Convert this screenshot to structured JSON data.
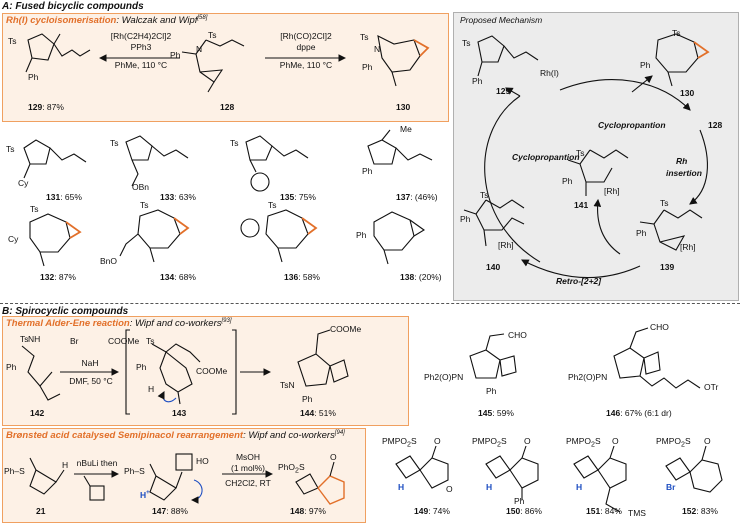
{
  "section_a": {
    "title": "A: Fused bicyclic compounds"
  },
  "section_b": {
    "title": "B: Spirocyclic compounds"
  },
  "box1": {
    "title_colored": "Rh(I) cycloisomerisation",
    "title_rest": ": Walczak and Wipf",
    "ref": "[58]",
    "left_cond_1": "[Rh(C2H4)2Cl]2",
    "left_cond_2": "PPh3",
    "left_cond_3": "PhMe, 110 °C",
    "right_cond_1": "[Rh(CO)2Cl]2",
    "right_cond_2": "dppe",
    "right_cond_3": "PhMe, 110 °C",
    "cmpd_left": "129",
    "cmpd_left_yield": ": 87%",
    "cmpd_mid": "128",
    "cmpd_right": "130"
  },
  "row1": [
    {
      "num": "131",
      "yield": ": 65%"
    },
    {
      "num": "133",
      "yield": ": 63%"
    },
    {
      "num": "135",
      "yield": ": 75%"
    },
    {
      "num": "137",
      "yield": ": (46%)"
    }
  ],
  "row2": [
    {
      "num": "132",
      "yield": ": 87%"
    },
    {
      "num": "134",
      "yield": ": 68%"
    },
    {
      "num": "136",
      "yield": ": 58%"
    },
    {
      "num": "138",
      "yield": ": (20%)"
    }
  ],
  "mechanism": {
    "title": "Proposed Mechanism",
    "catalyst": "Rh(I)",
    "step_cyclopropantion_1": "Cyclopropantion",
    "step_cyclopropantion_2": "Cyclopropantion",
    "step_rh_insertion_1": "Rh",
    "step_rh_insertion_2": "insertion",
    "step_retro": "Retro-[2+2]",
    "c129": "129",
    "c130": "130",
    "c128": "128",
    "c139": "139",
    "c140": "140",
    "c141": "141"
  },
  "box2": {
    "title_colored": "Thermal Alder-Ene reaction",
    "title_rest": ": Wipf and co-workers",
    "ref": "[93]",
    "reagent": "COOMe",
    "cond_1": "NaH",
    "cond_2": "DMF, 50 °C",
    "c142": "142",
    "c143": "143",
    "c144": "144",
    "c144_yield": ": 51%"
  },
  "spiro_products": [
    {
      "num": "145",
      "yield": ": 59%",
      "group": "Ph2(O)PN",
      "sub": "CHO"
    },
    {
      "num": "146",
      "yield": ": 67% (6:1 dr)",
      "group": "Ph2(O)PN",
      "sub": "CHO",
      "tail": "OTr"
    }
  ],
  "box3": {
    "title_colored": "Brønsted acid catalysed Semipinacol rearrangement",
    "title_rest": ": Wipf and co-workers",
    "ref": "[94]",
    "cond_1": "nBuLi then",
    "cond_2": "MsOH",
    "cond_3": "(1 mol%)",
    "cond_4": "CH2Cl2, RT",
    "c21": "21",
    "c147": "147",
    "c147_yield": ": 88%",
    "c148": "148",
    "c148_yield": ": 97%"
  },
  "pmpo_products": [
    {
      "num": "149",
      "yield": ": 74%"
    },
    {
      "num": "150",
      "yield": ": 86%"
    },
    {
      "num": "151",
      "yield": ": 84%"
    },
    {
      "num": "152",
      "yield": ": 83%"
    }
  ],
  "colors": {
    "accent": "#e2702a",
    "box_fill": "#fdf1e6",
    "mech_fill": "#ececec",
    "hydrogen": "#1d4ec2"
  }
}
